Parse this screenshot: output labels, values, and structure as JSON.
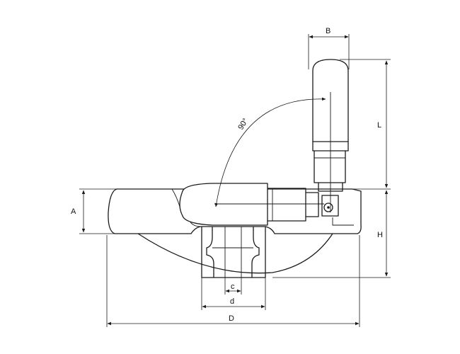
{
  "labels": {
    "B": "B",
    "L": "L",
    "A": "A",
    "H": "H",
    "c": "c",
    "d": "d",
    "D": "D",
    "angle": "90°"
  },
  "colors": {
    "line": "#1a1a1a",
    "background": "#ffffff"
  }
}
